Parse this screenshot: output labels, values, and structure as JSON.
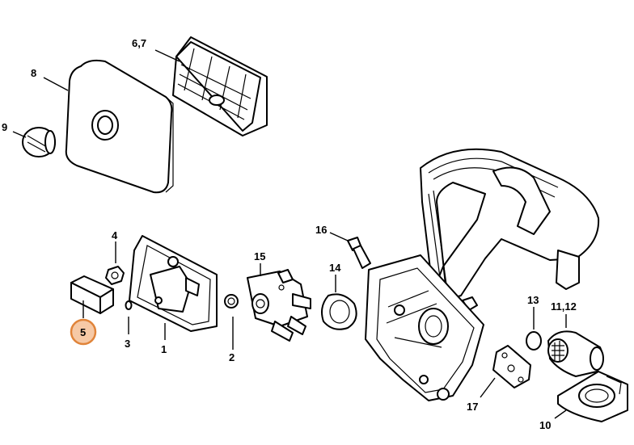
{
  "callouts": [
    {
      "id": "p67",
      "text": "6,7"
    },
    {
      "id": "p8",
      "text": "8"
    },
    {
      "id": "p9",
      "text": "9"
    },
    {
      "id": "p4",
      "text": "4"
    },
    {
      "id": "p5",
      "text": "5",
      "highlighted": true
    },
    {
      "id": "p3",
      "text": "3"
    },
    {
      "id": "p1",
      "text": "1"
    },
    {
      "id": "p2",
      "text": "2"
    },
    {
      "id": "p15",
      "text": "15"
    },
    {
      "id": "p16",
      "text": "16"
    },
    {
      "id": "p14",
      "text": "14"
    },
    {
      "id": "p13",
      "text": "13"
    },
    {
      "id": "p1112",
      "text": "11,12"
    },
    {
      "id": "p17",
      "text": "17"
    },
    {
      "id": "p10",
      "text": "10"
    }
  ],
  "colors": {
    "line": "#000000",
    "highlight_fill": "#f6c9a6",
    "highlight_stroke": "#e0843a"
  }
}
